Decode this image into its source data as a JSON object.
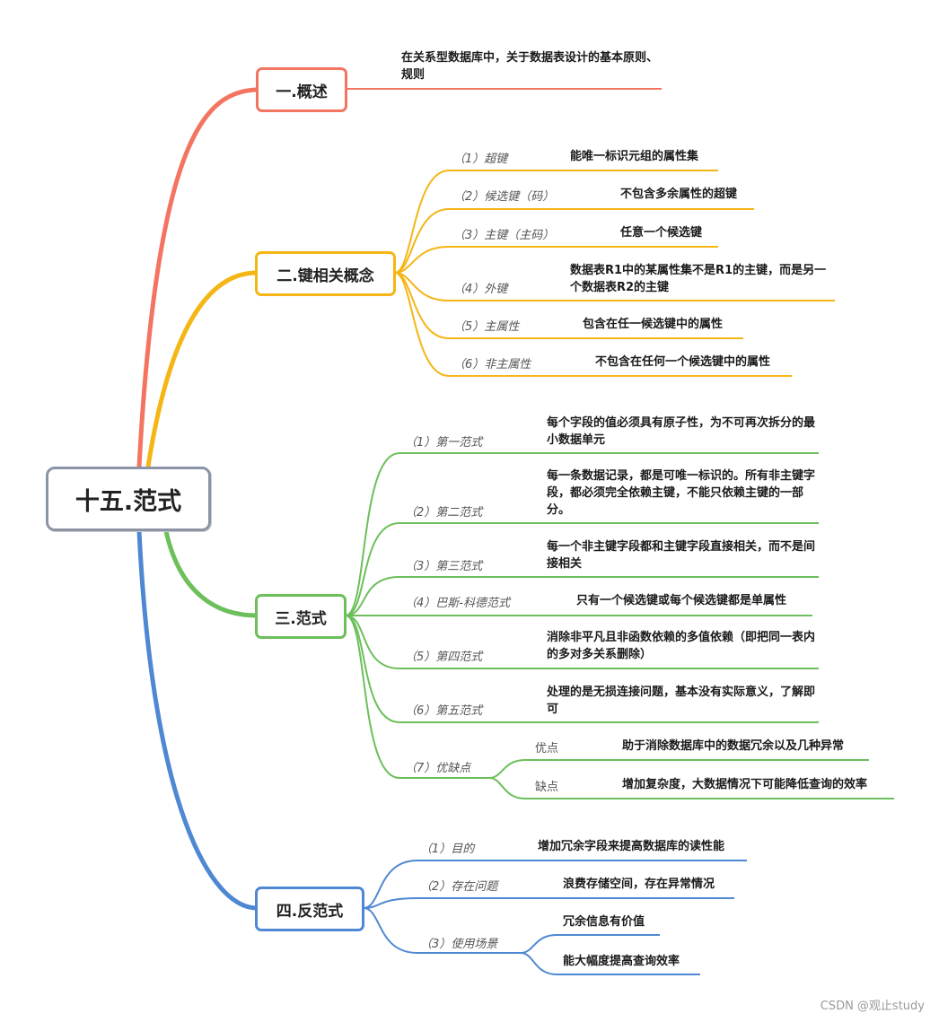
{
  "root": "十五.范式",
  "colors": {
    "b1": "#f47462",
    "b2": "#f5b515",
    "b3": "#6cbf5a",
    "b4": "#4f88d2",
    "root_border": "#8a94a6"
  },
  "b1": {
    "title": "一.概述",
    "desc": "在关系型数据库中，关于数据表设计的基本原则、规则"
  },
  "b2": {
    "title": "二.键相关概念",
    "items": [
      {
        "label": "（1）超键",
        "text": "能唯一标识元组的属性集"
      },
      {
        "label": "（2）候选键（码）",
        "text": "不包含多余属性的超键"
      },
      {
        "label": "（3）主键（主码）",
        "text": "任意一个候选键"
      },
      {
        "label": "（4）外键",
        "text": "数据表R1中的某属性集不是R1的主键，而是另一个数据表R2的主键"
      },
      {
        "label": "（5）主属性",
        "text": "包含在任一候选键中的属性"
      },
      {
        "label": "（6）非主属性",
        "text": "不包含在任何一个候选键中的属性"
      }
    ]
  },
  "b3": {
    "title": "三.范式",
    "items": [
      {
        "label": "（1）第一范式",
        "text": "每个字段的值必须具有原子性，为不可再次拆分的最小数据单元"
      },
      {
        "label": "（2）第二范式",
        "text": "每一条数据记录，都是可唯一标识的。所有非主键字段，都必须完全依赖主键，不能只依赖主键的一部分。"
      },
      {
        "label": "（3）第三范式",
        "text": "每一个非主键字段都和主键字段直接相关，而不是间接相关"
      },
      {
        "label": "（4）巴斯-科德范式",
        "text": "只有一个候选键或每个候选键都是单属性"
      },
      {
        "label": "（5）第四范式",
        "text": "消除非平凡且非函数依赖的多值依赖（即把同一表内的多对多关系删除）"
      },
      {
        "label": "（6）第五范式",
        "text": "处理的是无损连接问题，基本没有实际意义，了解即可"
      },
      {
        "label": "（7）优缺点",
        "sub": [
          {
            "label": "优点",
            "text": "助于消除数据库中的数据冗余以及几种异常"
          },
          {
            "label": "缺点",
            "text": "增加复杂度，大数据情况下可能降低查询的效率"
          }
        ]
      }
    ]
  },
  "b4": {
    "title": "四.反范式",
    "items": [
      {
        "label": "（1）目的",
        "text": "增加冗余字段来提高数据库的读性能"
      },
      {
        "label": "（2）存在问题",
        "text": "浪费存储空间，存在异常情况"
      },
      {
        "label": "（3）使用场景",
        "sub": [
          {
            "text": "冗余信息有价值"
          },
          {
            "text": "能大幅度提高查询效率"
          }
        ]
      }
    ]
  },
  "watermark": "CSDN @观止study"
}
